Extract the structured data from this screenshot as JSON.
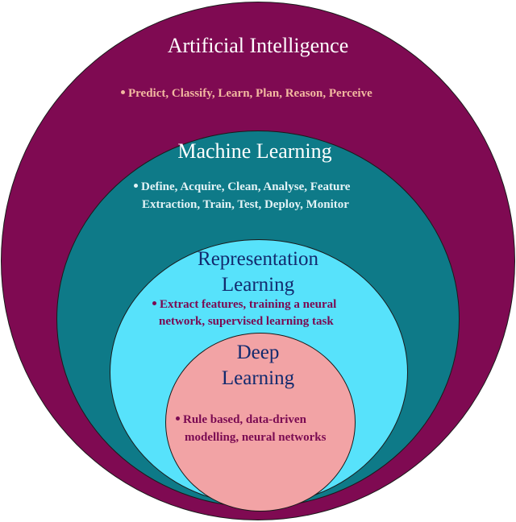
{
  "colors": {
    "ai_fill": "#7f0a52",
    "ml_fill": "#0e7a88",
    "rl_fill": "#57e2fb",
    "dl_fill": "#f2a3a5",
    "ai_text": "#ffffff",
    "ai_bullet_text": "#f2b9a0",
    "ml_text": "#ffffff",
    "ml_bullet_text": "#e3f3f6",
    "rl_text": "#122a6e",
    "rl_bullet_text": "#7a0a52",
    "dl_text": "#122a6e",
    "dl_bullet_text": "#7a0a52"
  },
  "artificial_intelligence": {
    "title": "Artificial Intelligence",
    "bullet": "Predict, Classify, Learn, Plan, Reason, Perceive"
  },
  "machine_learning": {
    "title": "Machine Learning",
    "bullet_line1": "Define, Acquire, Clean, Analyse, Feature",
    "bullet_line2": "Extraction, Train, Test, Deploy, Monitor"
  },
  "representation_learning": {
    "title_line1": "Representation",
    "title_line2": "Learning",
    "bullet_line1": "Extract features, training a neural",
    "bullet_line2": "network, supervised learning task"
  },
  "deep_learning": {
    "title_line1": "Deep",
    "title_line2": "Learning",
    "bullet_line1": "Rule based, data-driven",
    "bullet_line2": "modelling, neural networks"
  }
}
